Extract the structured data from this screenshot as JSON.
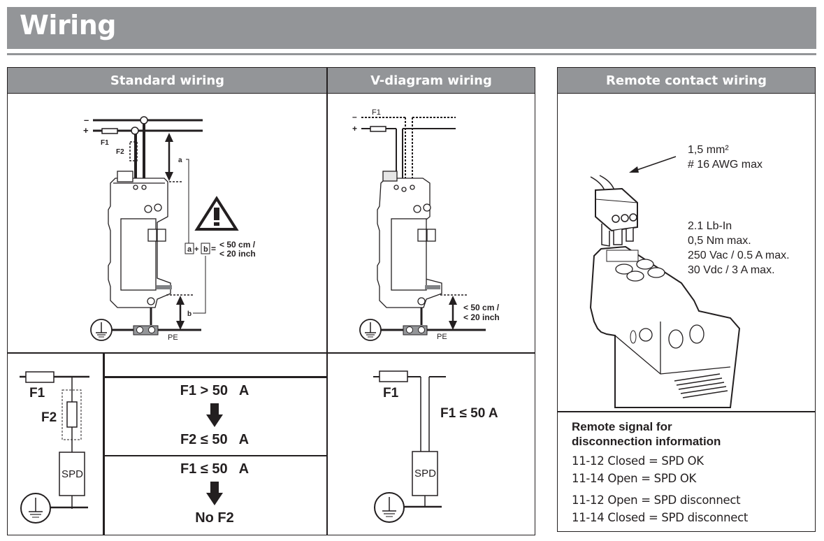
{
  "page": {
    "title": "Wiring"
  },
  "panels": {
    "standard": {
      "title": "Standard wiring",
      "diagram": {
        "minus_label": "–",
        "plus_label": "+",
        "f1_label": "F1",
        "f2_label": "F2",
        "a_label": "a",
        "b_label": "b",
        "pe_label": "PE",
        "formula_a": "a",
        "formula_plus": "+",
        "formula_b": "b",
        "formula_eq": "=",
        "limit_line1": "< 50 cm /",
        "limit_line2": "< 20 inch"
      },
      "schematic": {
        "f1_label": "F1",
        "f2_label": "F2",
        "spd_label": "SPD"
      },
      "rules": [
        {
          "condition": "F1 > 50   A",
          "result": "F2 ≤ 50   A"
        },
        {
          "condition": "F1 ≤ 50   A",
          "result": "No F2"
        }
      ]
    },
    "v_diagram": {
      "title": "V-diagram wiring",
      "diagram": {
        "minus_label": "–",
        "plus_label": "+",
        "f1_label": "F1",
        "pe_label": "PE",
        "limit_line1": "< 50 cm /",
        "limit_line2": "< 20 inch"
      },
      "schematic": {
        "f1_label": "F1",
        "spd_label": "SPD",
        "rule": "F1 ≤ 50 A"
      }
    },
    "remote": {
      "title": "Remote contact wiring",
      "specs": {
        "wire_line1": "1,5 mm²",
        "wire_line2": "# 16 AWG max",
        "torque_line1": "2.1 Lb-In",
        "torque_line2": "0,5 Nm max.",
        "rating_ac": "250 Vac / 0.5 A max.",
        "rating_dc": "30 Vdc / 3 A max."
      },
      "signal_title_line1": "Remote signal for",
      "signal_title_line2": "disconnection information",
      "signal_states": [
        "11-12 Closed = SPD OK",
        "11-14 Open = SPD OK",
        "11-12 Open = SPD disconnect",
        "11-14 Closed = SPD disconnect"
      ]
    }
  },
  "colors": {
    "header_gray": "#939598",
    "ink": "#231f20",
    "device_stripe": "#808285"
  }
}
